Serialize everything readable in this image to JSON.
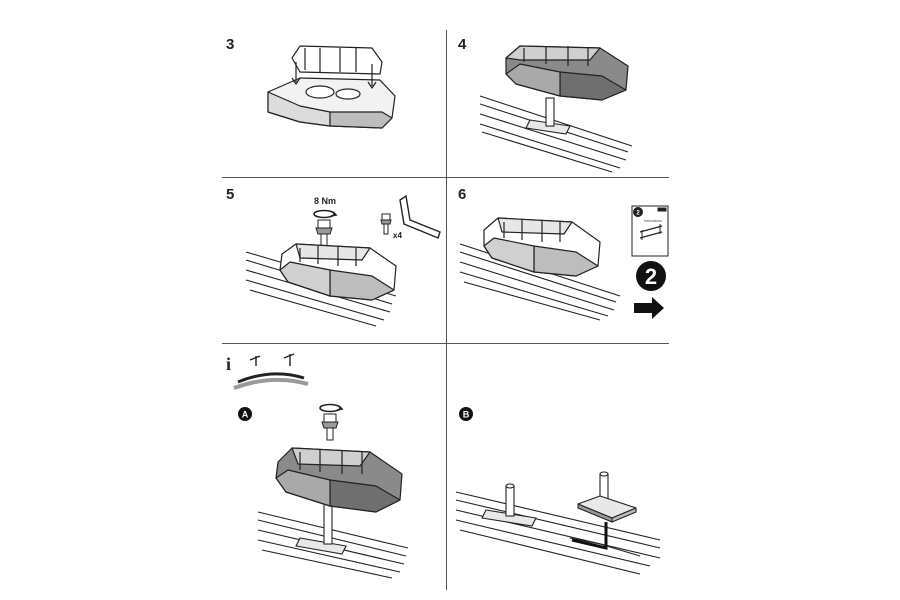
{
  "steps": [
    {
      "number": "3"
    },
    {
      "number": "4"
    },
    {
      "number": "5",
      "torque": "8 Nm",
      "quantity": "x4"
    },
    {
      "number": "6",
      "booklet_step": "2",
      "booklet_title": "Instructions",
      "next_step": "2"
    }
  ],
  "info": {
    "icon": "i",
    "variants": [
      {
        "marker": "A"
      },
      {
        "marker": "B"
      }
    ]
  },
  "colors": {
    "line": "#222222",
    "foot_dark": "#6f6f6f",
    "foot_mid": "#a9a9a9",
    "foot_light": "#d9d9d9",
    "rail_fill": "#e8e8e8"
  },
  "icons": [
    "info-icon",
    "allen-key-icon",
    "bolt-icon",
    "rotate-arrow-icon",
    "next-arrow-icon",
    "instruction-booklet-icon"
  ]
}
